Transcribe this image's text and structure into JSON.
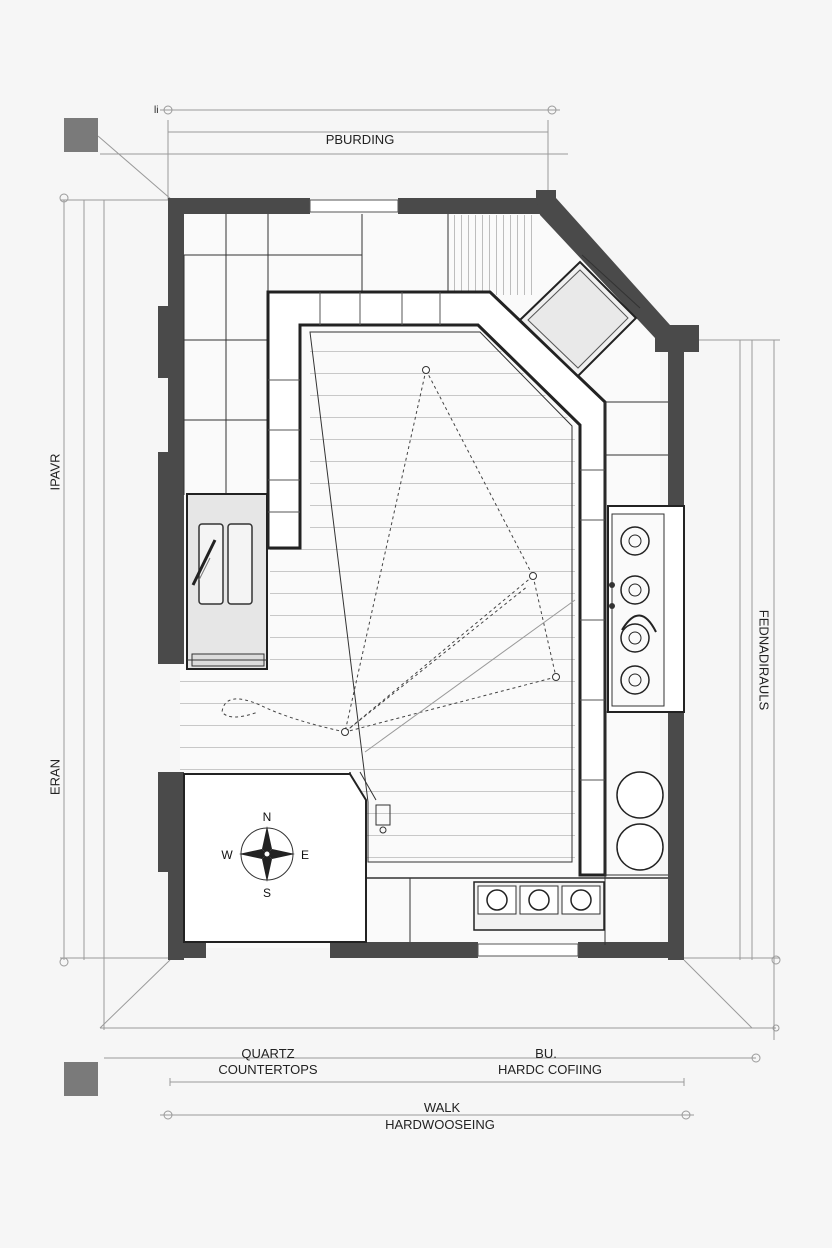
{
  "labels": {
    "top_dimension": "PBURDING",
    "top_tick": "li",
    "left_upper": "IPAVR",
    "left_lower": "ERAN",
    "right_side": "FEDNADIRAULS",
    "bottom_left_1": "QUARTZ",
    "bottom_left_2": "COUNTERTOPS",
    "bottom_right_1": "BU.",
    "bottom_right_2": "HARDC COFIING",
    "bottom_center_1": "WALK",
    "bottom_center_2": "HARDWOOSEING"
  },
  "compass": {
    "north": "N",
    "south": "S",
    "east": "E",
    "west": "W"
  },
  "colors": {
    "background": "#f6f6f6",
    "wall": "#4a4a4a",
    "line": "#333333",
    "floor": "#fafafa",
    "dimension_line": "#9a9a9a"
  },
  "icons": [
    "compass-rose-icon",
    "burner-icon",
    "sink-icon",
    "faucet-icon",
    "range-icon"
  ]
}
